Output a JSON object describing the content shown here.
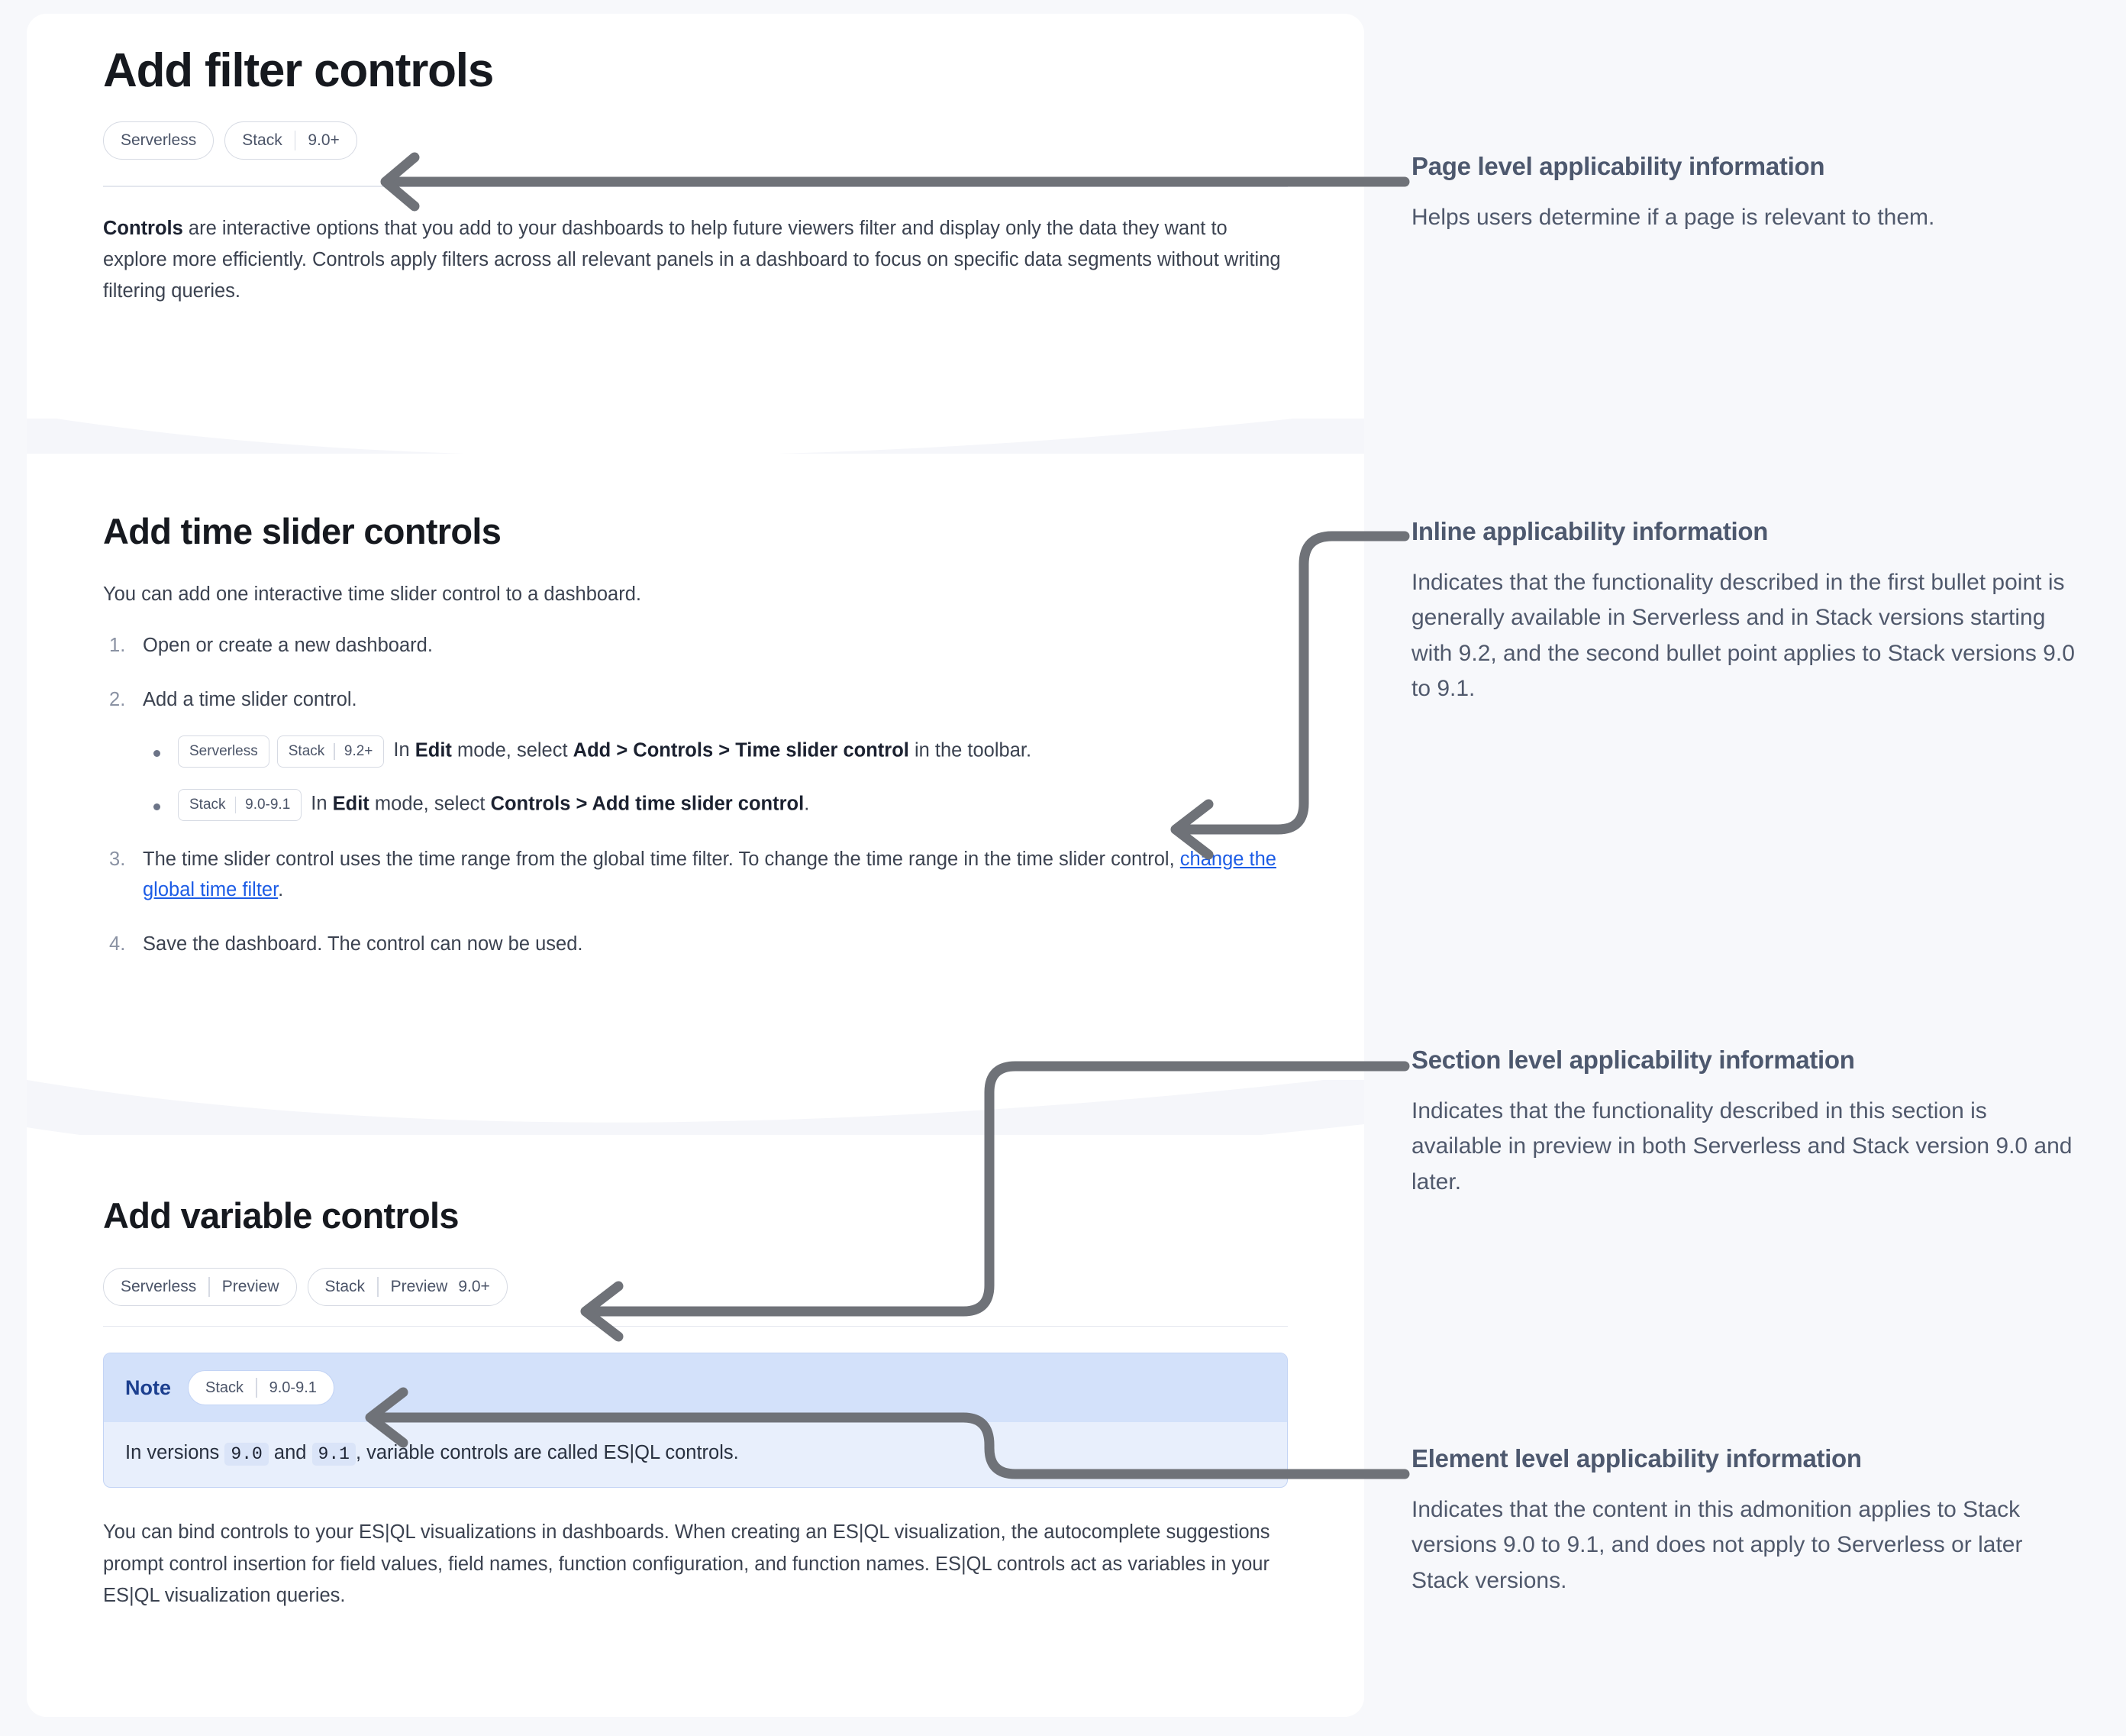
{
  "colors": {
    "page_bg": "#f7f8fb",
    "card_bg": "#ffffff",
    "wave": "#f5f6fa",
    "connector": "#6f7278",
    "link": "#1c5ce6",
    "note_bg": "#e8effc",
    "note_head_bg": "#d3e1fa",
    "note_border": "#c3d4f5",
    "badge_border": "#d6dae3",
    "badge_text": "#4b5468",
    "annotation_title": "#4d586e",
    "annotation_text": "#50596c",
    "heading": "#16191f"
  },
  "document": {
    "page_title": "Add filter controls",
    "page_badges": [
      {
        "name": "Serverless",
        "version": ""
      },
      {
        "name": "Stack",
        "version": "9.0+"
      }
    ],
    "intro": {
      "lead": "Controls",
      "rest": " are interactive options that you add to your dashboards to help future viewers filter and display only the data they want to explore more efficiently. Controls apply filters across all relevant panels in a dashboard to focus on specific data segments without writing filtering queries."
    },
    "section_time_slider": {
      "title": "Add time slider controls",
      "intro": "You can add one interactive time slider control to a dashboard.",
      "steps": [
        {
          "text": "Open or create a new dashboard."
        },
        {
          "text": "Add a time slider control."
        },
        {
          "text": "The time slider control uses the time range from the global time filter. To change the time range in the time slider control, ",
          "link": "change the global time filter",
          "tail": "."
        },
        {
          "text": "Save the dashboard. The control can now be used."
        }
      ],
      "bullets": [
        {
          "badges": [
            {
              "name": "Serverless",
              "version": ""
            },
            {
              "name": "Stack",
              "version": "9.2+"
            }
          ],
          "prefix": "In ",
          "bold1": "Edit",
          "mid": " mode, select ",
          "bold2": "Add > Controls > Time slider control",
          "tail": " in the toolbar."
        },
        {
          "badges": [
            {
              "name": "Stack",
              "version": "9.0-9.1"
            }
          ],
          "prefix": "In ",
          "bold1": "Edit",
          "mid": " mode, select ",
          "bold2": "Controls > Add time slider control",
          "tail": "."
        }
      ]
    },
    "section_variable": {
      "title": "Add variable controls",
      "badges": [
        {
          "name": "Serverless",
          "version": "Preview",
          "version2": ""
        },
        {
          "name": "Stack",
          "version": "Preview",
          "version2": "9.0+"
        }
      ],
      "note": {
        "label": "Note",
        "badge": {
          "name": "Stack",
          "version": "9.0-9.1"
        },
        "body_pre": "In versions ",
        "code1": "9.0",
        "body_mid": " and ",
        "code2": "9.1",
        "body_post": ", variable controls are called ES|QL controls."
      },
      "paragraph": "You can bind controls to your ES|QL visualizations in dashboards. When creating an ES|QL visualization, the autocomplete suggestions prompt control insertion for field values, field names, function configuration, and function names. ES|QL controls act as variables in your ES|QL visualization queries."
    }
  },
  "annotations": [
    {
      "title": "Page level applicability information",
      "text": "Helps users determine if a page is relevant to them."
    },
    {
      "title": "Inline applicability information",
      "text": "Indicates that the functionality described in the first bullet point is generally available in Serverless and in Stack versions starting with 9.2, and the second bullet point applies to Stack versions 9.0 to 9.1."
    },
    {
      "title": "Section level applicability information",
      "text": "Indicates that the functionality described in this section is available in preview in both Serverless and Stack version 9.0 and later."
    },
    {
      "title": "Element level applicability information",
      "text": "Indicates that the content in this admonition applies to Stack versions 9.0 to 9.1, and does not apply to Serverless or later Stack versions."
    }
  ]
}
